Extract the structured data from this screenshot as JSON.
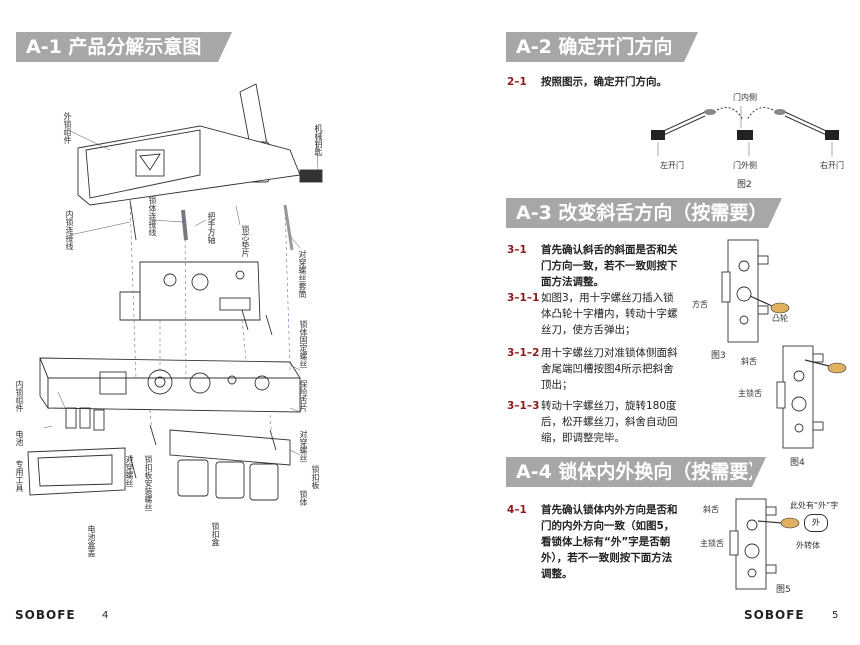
{
  "left": {
    "header": "A-1  产品分解示意图",
    "labels": {
      "outer_handle": "外锁组件",
      "mech_key": "机械钥匙",
      "inner_cable": "内锁连接线",
      "cable_hole": "锁体连接线",
      "handle_shaft": "把手方轴",
      "lock_gasket": "锁芯垫片",
      "through_screw": "对穿螺丝套筒",
      "inner_assembly": "内锁组件",
      "battery": "电池",
      "tool": "专用工具",
      "battery_cover": "电池盒盖",
      "through_screw2": "对穿螺丝",
      "lock_body_screw": "锁体固定螺丝",
      "keeper_screw": "锁扣板安装螺丝",
      "keeper": "锁扣盒",
      "body": "锁体",
      "guard": "保险舌片",
      "fix_screw": "对穿螺丝",
      "plate": "锁扣板"
    },
    "brand": "SOBOFE",
    "page": "4"
  },
  "right": {
    "a2": {
      "header": "A-2  确定开门方向",
      "num": "2–1",
      "text": "按照图示，确定开门方向。",
      "labels": {
        "inside": "门内侧",
        "outside": "门外侧",
        "left": "左开门",
        "right": "右开门"
      },
      "fig": "图2"
    },
    "a3": {
      "header": "A-3  改变斜舌方向（按需要）",
      "steps": [
        {
          "num": "3–1",
          "text": "首先确认斜舌的斜面是否和关门方向一致，若不一致则按下面方法调整。"
        },
        {
          "num": "3–1–1",
          "text": "如图3，用十字螺丝刀插入锁体凸轮十字槽内，转动十字螺丝刀，使方舌弹出；"
        },
        {
          "num": "3–1–2",
          "text": "用十字螺丝刀对准锁体侧面斜舍尾端凹槽按图4所示把斜舍顶出；"
        },
        {
          "num": "3–1–3",
          "text": "转动十字螺丝刀，旋转180度后，松开螺丝刀，斜舍自动回缩，即调整完毕。"
        }
      ],
      "fig3": "图3",
      "fig4": "图4",
      "labels": {
        "deadbolt": "方舌",
        "cam": "凸轮",
        "latch": "斜舌",
        "main_bolt": "主锁舌"
      }
    },
    "a4": {
      "header": "A-4 锁体内外换向（按需要）",
      "num": "4–1",
      "text": "首先确认锁体内外方向是否和门的内外方向一致（如图5，看锁体上标有“外”字是否朝外），若不一致则按下面方法调整。",
      "fig5": "图5",
      "labels": {
        "latch": "斜舌",
        "mark": "此处有“外”字",
        "main_bolt": "主锁舌",
        "outer_spindle": "外转体",
        "mark_char": "外"
      }
    },
    "brand": "SOBOFE",
    "page": "5"
  }
}
